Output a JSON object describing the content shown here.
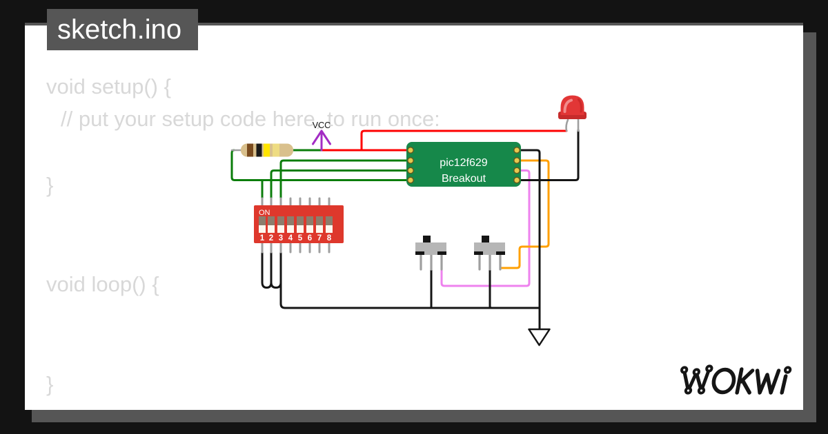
{
  "title": {
    "label": "sketch.ino"
  },
  "code": {
    "lines": [
      "void setup() {",
      "// put your setup code here, to run once:",
      "}",
      "void loop() {",
      "}"
    ]
  },
  "circuit": {
    "vcc_label": "VCC",
    "vcc_color": "#a32cc4",
    "breakout": {
      "line1": "pic12f629",
      "line2": "Breakout",
      "board_color": "#16884a",
      "pad_color": "#e5c94f"
    },
    "dip_switch": {
      "on_label": "ON",
      "pin_labels": [
        "1",
        "2",
        "3",
        "4",
        "5",
        "6",
        "7",
        "8"
      ],
      "body_color": "#de382c",
      "slider_color": "#8c7d6c"
    },
    "resistor": {
      "body_color": "#d9c08c",
      "band_colors": [
        "#7a4b1f",
        "#1a1a1a",
        "#ffe400",
        "#eedc82"
      ]
    },
    "led": {
      "body_color": "#e23636",
      "flange_color": "#c62b2b"
    },
    "slide_switch_color": "#b6b6b6",
    "wire_colors": {
      "red": "#fe0000",
      "green": "#0b7d0b",
      "black": "#151515",
      "orange": "#ffa001",
      "pink": "#ee82ee",
      "lead_gray": "#9f9f9f"
    }
  },
  "logo": {
    "label": "WOKWI"
  },
  "theme": {
    "frame_bg": "#131313",
    "shadow_gray": "#565656",
    "page_bg": "#ffffff",
    "code_color": "#d8d8d8"
  }
}
